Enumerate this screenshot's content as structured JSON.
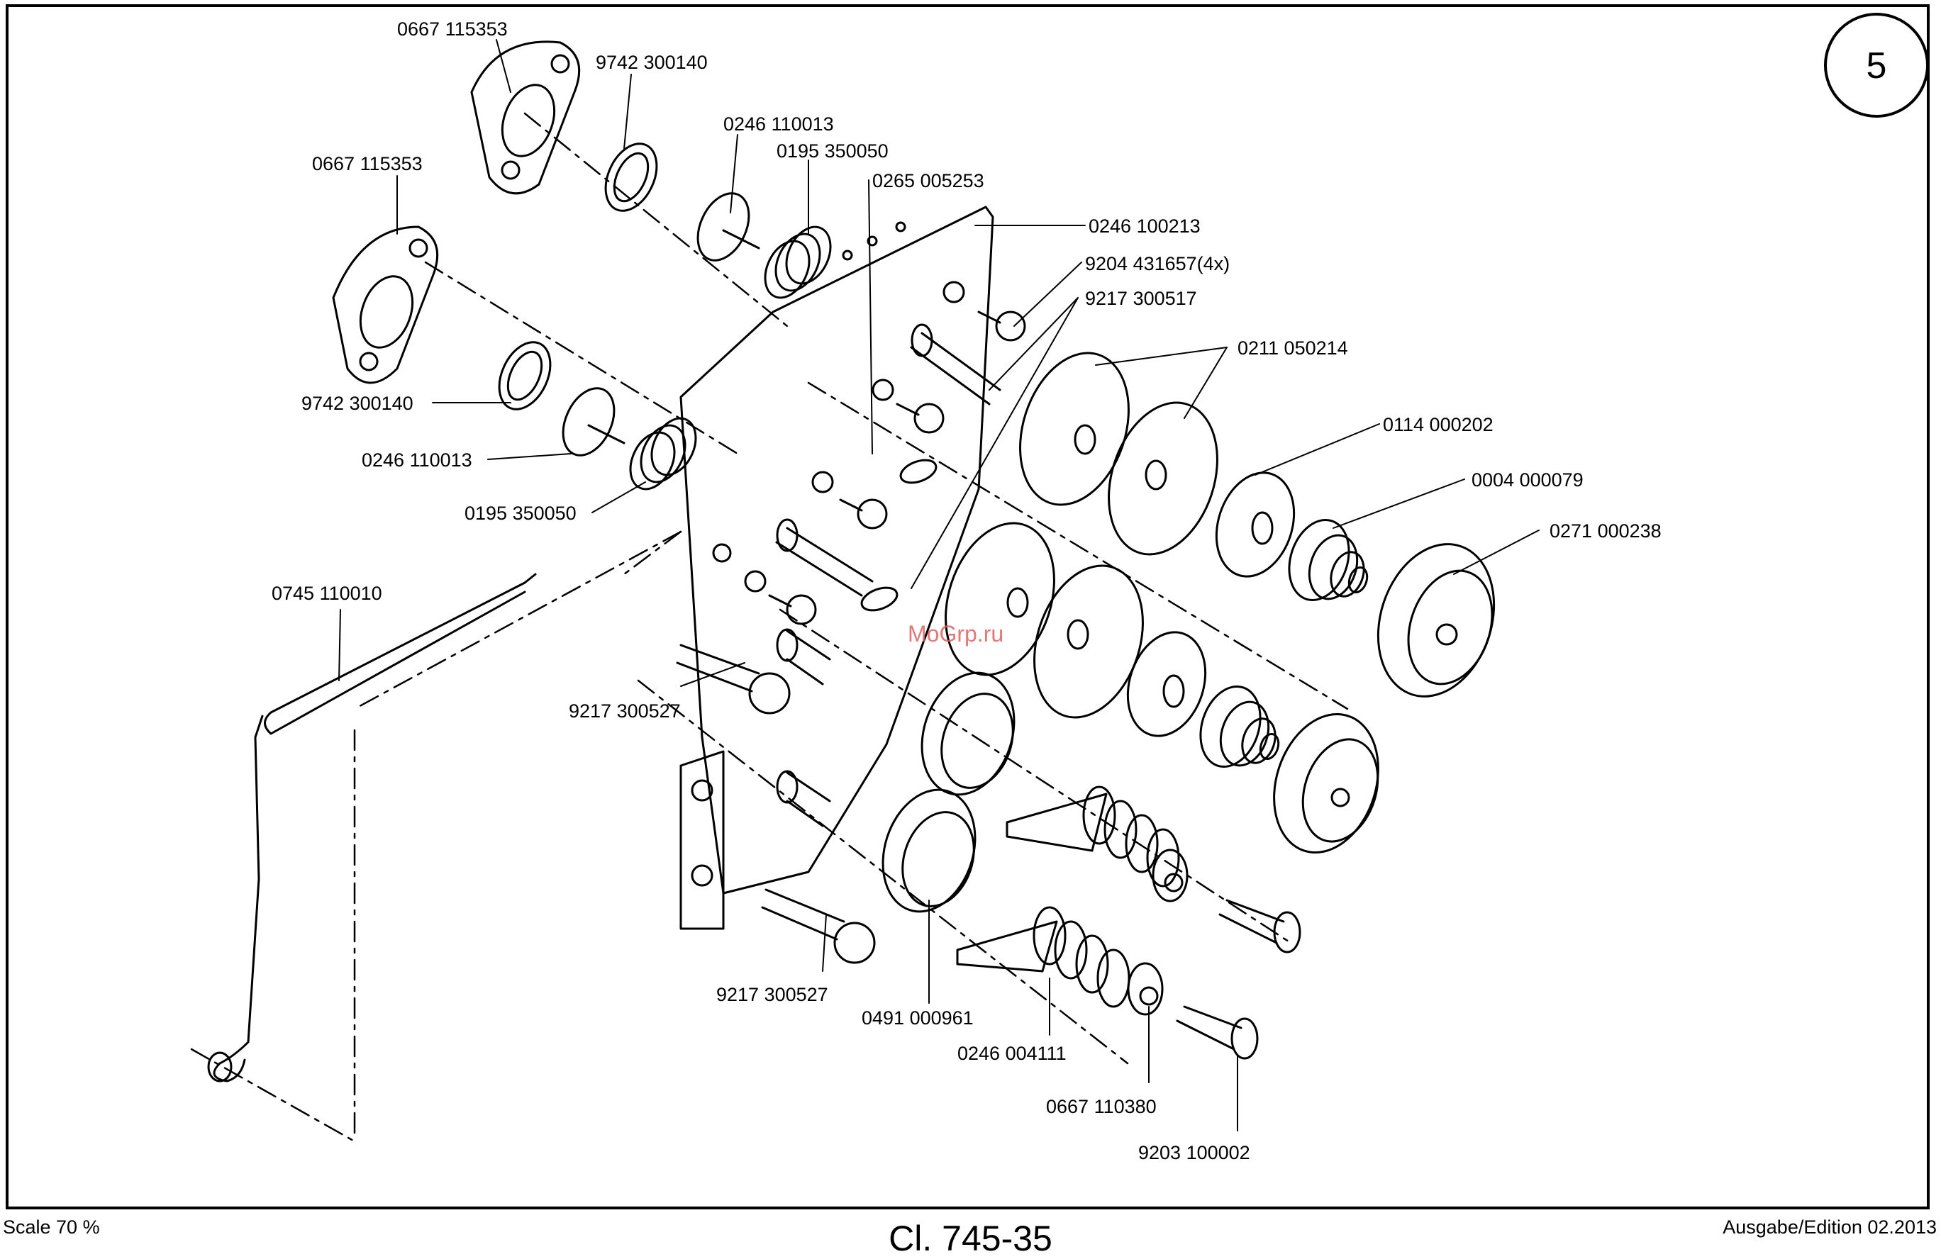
{
  "page_number": "5",
  "footer": {
    "scale": "Scale 70 %",
    "model": "Cl. 745-35",
    "edition": "Ausgabe/Edition 02.2013"
  },
  "watermark": "MoGrp.ru",
  "part_labels": {
    "p1": "0667 115353",
    "p2": "9742 300140",
    "p3": "0246 110013",
    "p4": "0195 350050",
    "p5": "0265 005253",
    "p6": "0667 115353",
    "p7": "0246 100213",
    "p8": "9204 431657(4x)",
    "p9": "9217 300517",
    "p10": "0211 050214",
    "p11": "9742 300140",
    "p12": "0114 000202",
    "p13": "0246 110013",
    "p14": "0004 000079",
    "p15": "0195 350050",
    "p16": "0271 000238",
    "p17": "0745 110010",
    "p18": "9217 300527",
    "p19": "9217 300527",
    "p20": "0491 000961",
    "p21": "0246 004111",
    "p22": "0667 110380",
    "p23": "9203 100002"
  }
}
